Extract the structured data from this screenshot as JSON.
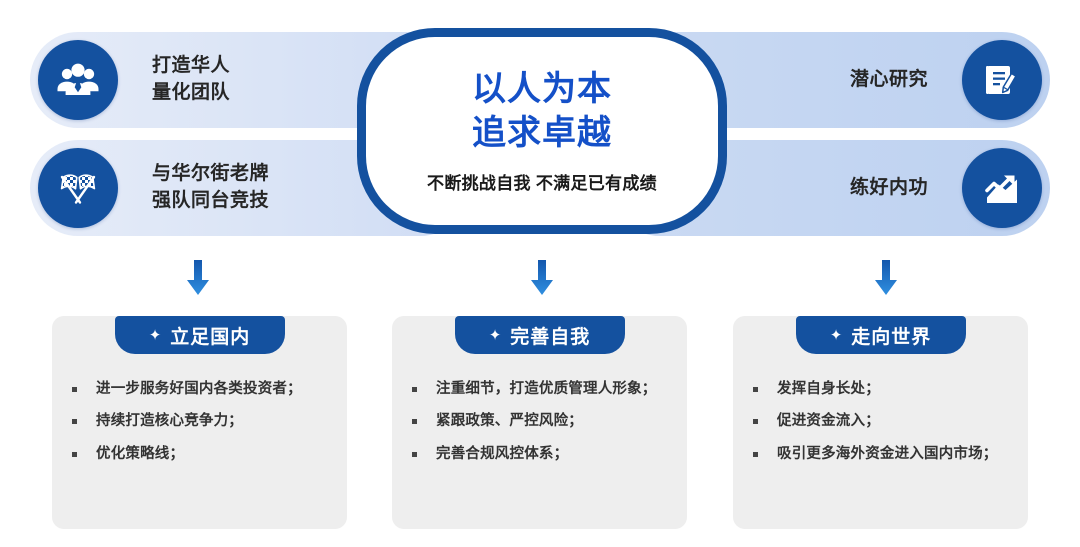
{
  "center": {
    "title": "以人为本\n追求卓越",
    "subtitle": "不断挑战自我  不满足已有成绩"
  },
  "pills": [
    {
      "label": "打造华人\n量化团队",
      "icon": "people-group-icon",
      "side": "left"
    },
    {
      "label": "与华尔街老牌\n强队同台竞技",
      "icon": "checkered-flags-icon",
      "side": "left"
    },
    {
      "label": "潜心研究",
      "icon": "book-pen-icon",
      "side": "right"
    },
    {
      "label": "练好内功",
      "icon": "trend-chart-icon",
      "side": "right"
    }
  ],
  "arrows": [
    {
      "name": "arrow-down-left"
    },
    {
      "name": "arrow-down-center"
    },
    {
      "name": "arrow-down-right"
    }
  ],
  "cards": [
    {
      "star": "✦",
      "title": "立足国内",
      "items": [
        "进一步服务好国内各类投资者；",
        "持续打造核心竞争力；",
        "优化策略线；"
      ]
    },
    {
      "star": "✦",
      "title": "完善自我",
      "items": [
        "注重细节，打造优质管理人形象；",
        "紧跟政策、严控风险；",
        "完善合规风控体系；"
      ]
    },
    {
      "star": "✦",
      "title": "走向世界",
      "items": [
        "发挥自身长处；",
        "促进资金流入；",
        "吸引更多海外资金进入国内市场；"
      ]
    }
  ],
  "colors": {
    "brand_blue": "#14519f",
    "title_blue": "#1450c8",
    "pill_left_bg": "#dde5f6",
    "pill_right_bg": "#c4d6f2",
    "card_bg": "#eeeeee",
    "text_dark": "#333333"
  }
}
